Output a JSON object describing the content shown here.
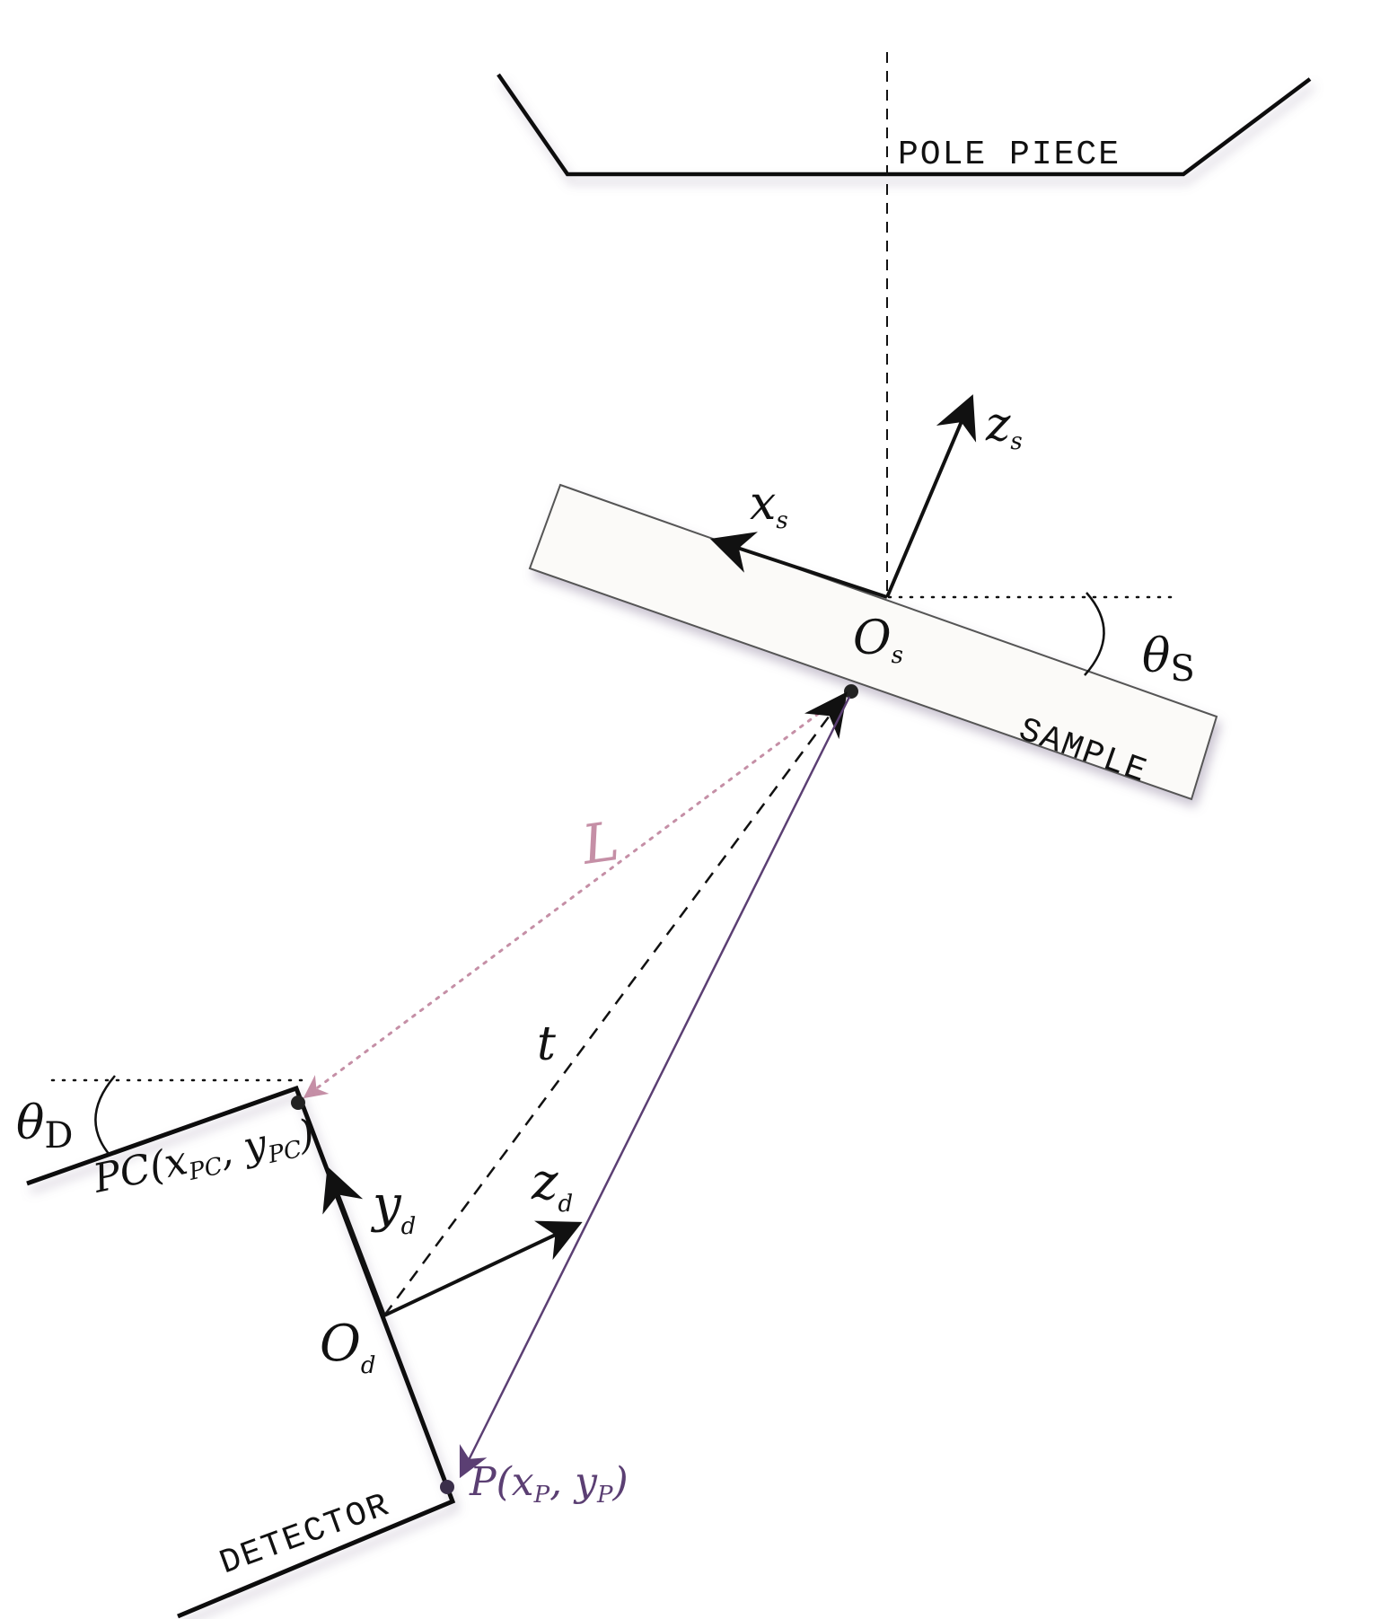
{
  "labels": {
    "pole_piece": "POLE PIECE",
    "sample": "SAMPLE",
    "detector": "DETECTOR",
    "theta_S": {
      "base": "θ",
      "sub": "S"
    },
    "theta_D": {
      "base": "θ",
      "sub": "D"
    },
    "x_s": {
      "base": "x",
      "sub": "s"
    },
    "z_s": {
      "base": "z",
      "sub": "s"
    },
    "O_s": {
      "base": "O",
      "sub": "s"
    },
    "L": "L",
    "t": "t",
    "y_d": {
      "base": "y",
      "sub": "d"
    },
    "z_d": {
      "base": "z",
      "sub": "d"
    },
    "O_d": {
      "base": "O",
      "sub": "d"
    },
    "PC": "PC(x",
    "PC_sub1": "PC",
    "PC_mid": ", y",
    "PC_sub2": "PC",
    "PC_end": ")",
    "P": "P(x",
    "P_sub1": "P",
    "P_mid": ", y",
    "P_sub2": "P",
    "P_end": ")"
  },
  "colors": {
    "line": "#111111",
    "L_vector": "#c58fa6",
    "P_vector": "#5b3f73",
    "sample_fill": "#fbfaf8"
  }
}
